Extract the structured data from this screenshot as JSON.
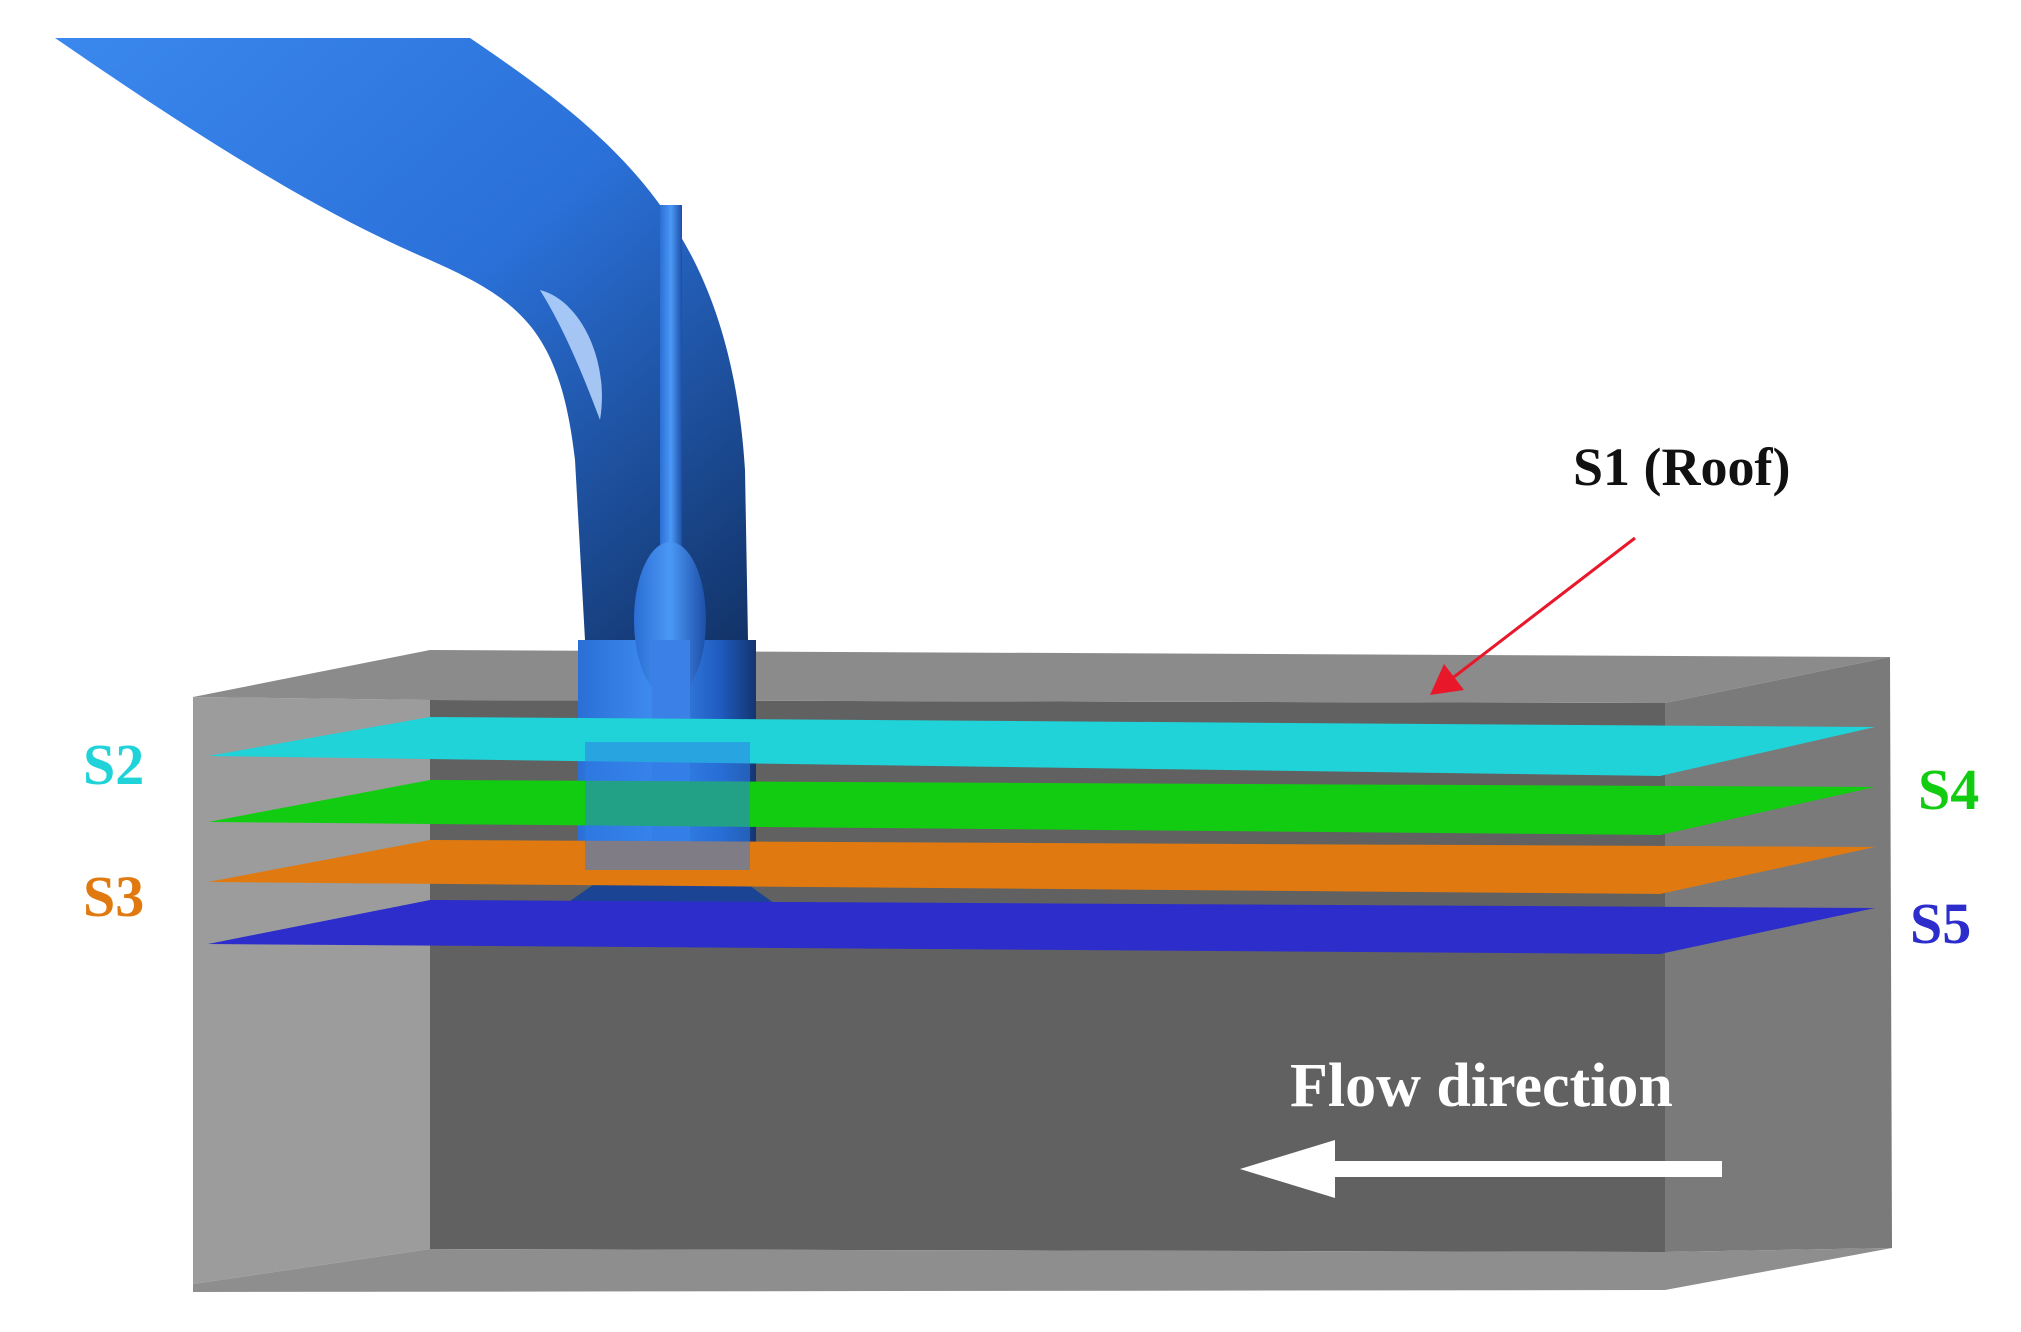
{
  "diagram": {
    "labels": {
      "roof": "S1 (Roof)",
      "s2": "S2",
      "s3": "S3",
      "s4": "S4",
      "s5": "S5",
      "flow": "Flow direction"
    },
    "colors": {
      "roof_label": "#111111",
      "roof_arrow": "#e8182a",
      "s2": "#1fd3d8",
      "s3": "#e07a10",
      "s4": "#12cc12",
      "s5": "#2d2dcc",
      "flow_text": "#ffffff",
      "pipe": "#2f7ee8",
      "box_gray": "#6b6b6b"
    },
    "icons": {
      "flow_arrow": "left-arrow-icon",
      "roof_pointer": "pointer-arrow-icon"
    }
  }
}
